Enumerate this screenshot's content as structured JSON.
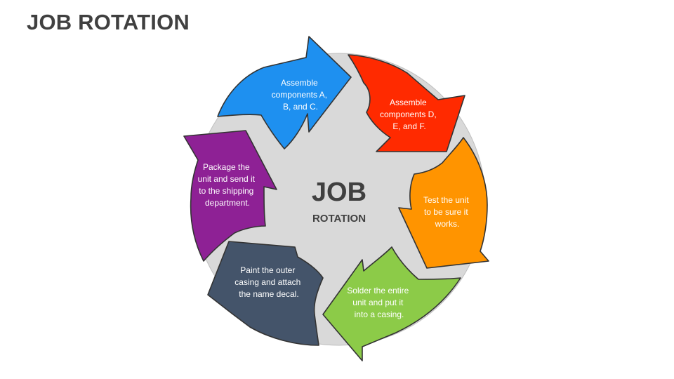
{
  "title": "JOB ROTATION",
  "center": {
    "line1": "JOB",
    "line2": "ROTATION"
  },
  "steps": [
    {
      "color": "#1E90F0",
      "lines": [
        "Assemble",
        "components A,",
        "B, and C."
      ]
    },
    {
      "color": "#FF2A00",
      "lines": [
        "Assemble",
        "components D,",
        "E, and F."
      ]
    },
    {
      "color": "#FF9400",
      "lines": [
        "Test the unit",
        "to be sure it",
        "works."
      ]
    },
    {
      "color": "#8CCB48",
      "lines": [
        "Solder the entire",
        "unit and put it",
        "into a casing."
      ]
    },
    {
      "color": "#44546A",
      "lines": [
        "Paint the outer",
        "casing and attach",
        "the name decal."
      ]
    },
    {
      "color": "#8E2195",
      "lines": [
        "Package the",
        "unit and send it",
        "to the shipping",
        "department."
      ]
    }
  ]
}
